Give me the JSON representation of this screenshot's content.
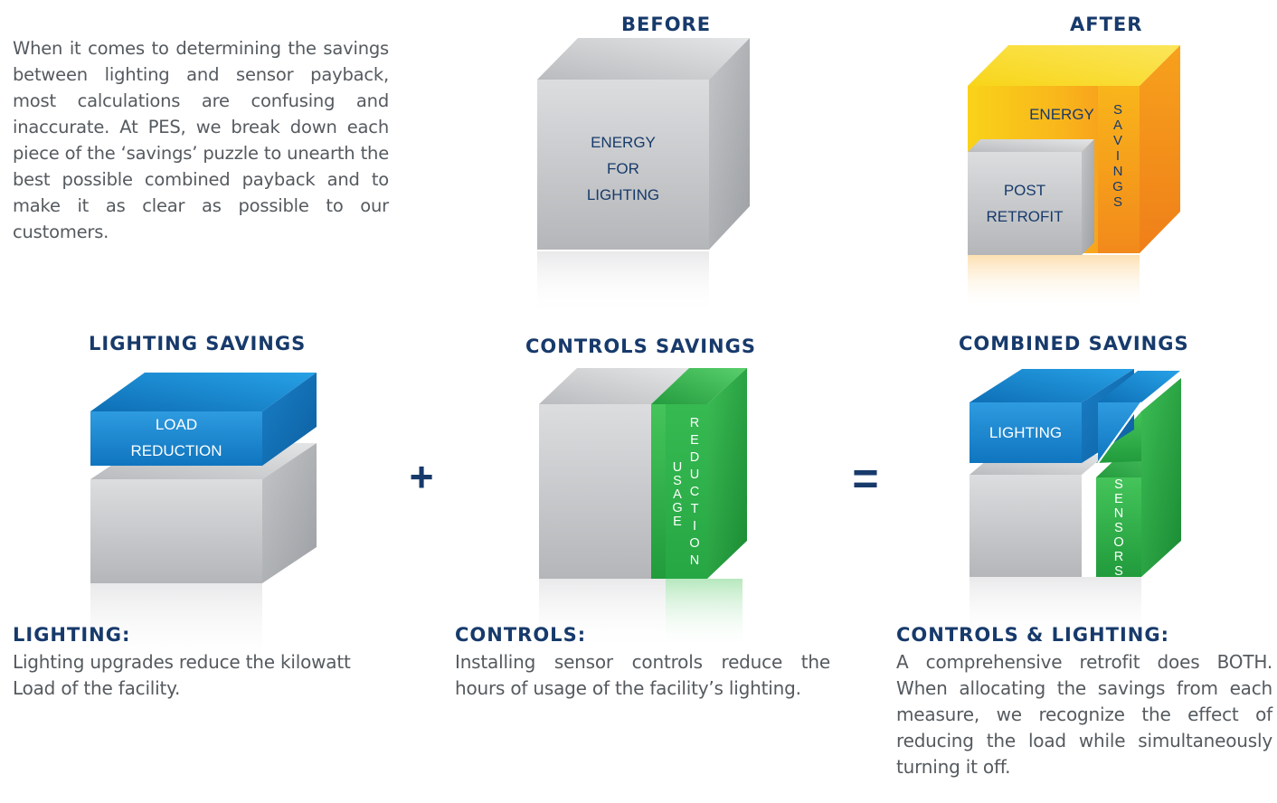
{
  "intro_text": "When it comes to determining the savings between lighting and sensor payback, most calculations are confusing and inaccurate. At PES, we break down each piece of the ‘savings’ puzzle to unearth the best possible combined payback and to make it as clear as possible to our customers.",
  "before": {
    "title": "BEFORE",
    "label_lines": [
      "ENERGY",
      "FOR",
      "LIGHTING"
    ]
  },
  "after": {
    "title": "AFTER",
    "energy_label": "ENERGY",
    "savings_letters": [
      "S",
      "A",
      "V",
      "I",
      "N",
      "G",
      "S"
    ],
    "post_lines": [
      "POST",
      "RETROFIT"
    ]
  },
  "lighting_savings": {
    "title": "LIGHTING SAVINGS",
    "load_lines": [
      "LOAD",
      "REDUCTION"
    ]
  },
  "controls_savings": {
    "title": "CONTROLS SAVINGS",
    "usage_letters": [
      "U",
      "S",
      "A",
      "G",
      "E"
    ],
    "reduction_letters": [
      "R",
      "E",
      "D",
      "U",
      "C",
      "T",
      "I",
      "O",
      "N"
    ]
  },
  "combined_savings": {
    "title": "COMBINED SAVINGS",
    "lighting_label": "LIGHTING",
    "sensors_letters": [
      "S",
      "E",
      "N",
      "S",
      "O",
      "R",
      "S"
    ]
  },
  "operators": {
    "plus": "+",
    "equals": "="
  },
  "lighting_desc": {
    "heading": "LIGHTING:",
    "text": "Lighting upgrades reduce the kilowatt Load of the facility."
  },
  "controls_desc": {
    "heading": "CONTROLS:",
    "text": "Installing sensor controls reduce the hours of usage of the facility’s lighting."
  },
  "combined_desc": {
    "heading": "CONTROLS & LIGHTING:",
    "text": "A comprehensive retrofit does BOTH. When allocating the savings from each measure, we recognize the effect of reducing the load while simultaneously turning it off."
  },
  "colors": {
    "navy": "#173a6b",
    "gray_text": "#555a5f",
    "blue": "#1a8fd6",
    "green": "#2eb34a",
    "orange": "#f7941d",
    "yellow": "#f9d616",
    "cube_gray": "#c8c9cb"
  }
}
